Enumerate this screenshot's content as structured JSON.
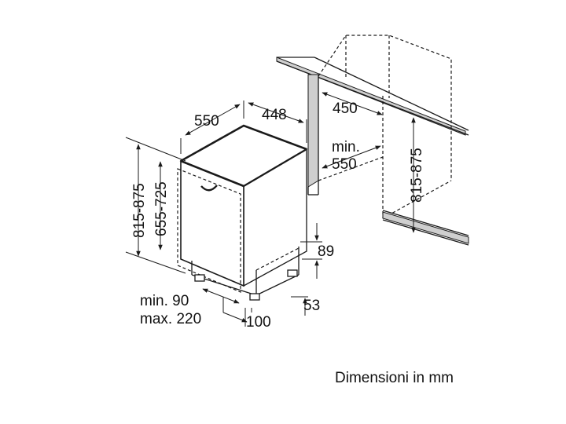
{
  "labels": {
    "depth_min": "550",
    "width": "448",
    "niche_width": "450",
    "niche_depth_min": "min.",
    "niche_depth_val": "550",
    "niche_height": "815-875",
    "height_total": "815-875",
    "height_body": "655-725",
    "plinth_h": "89",
    "foot_h": "53",
    "door_gap_min": "min. 90",
    "door_gap_max": "max. 220",
    "foot_offset": "100"
  },
  "caption": "Dimensioni in mm"
}
